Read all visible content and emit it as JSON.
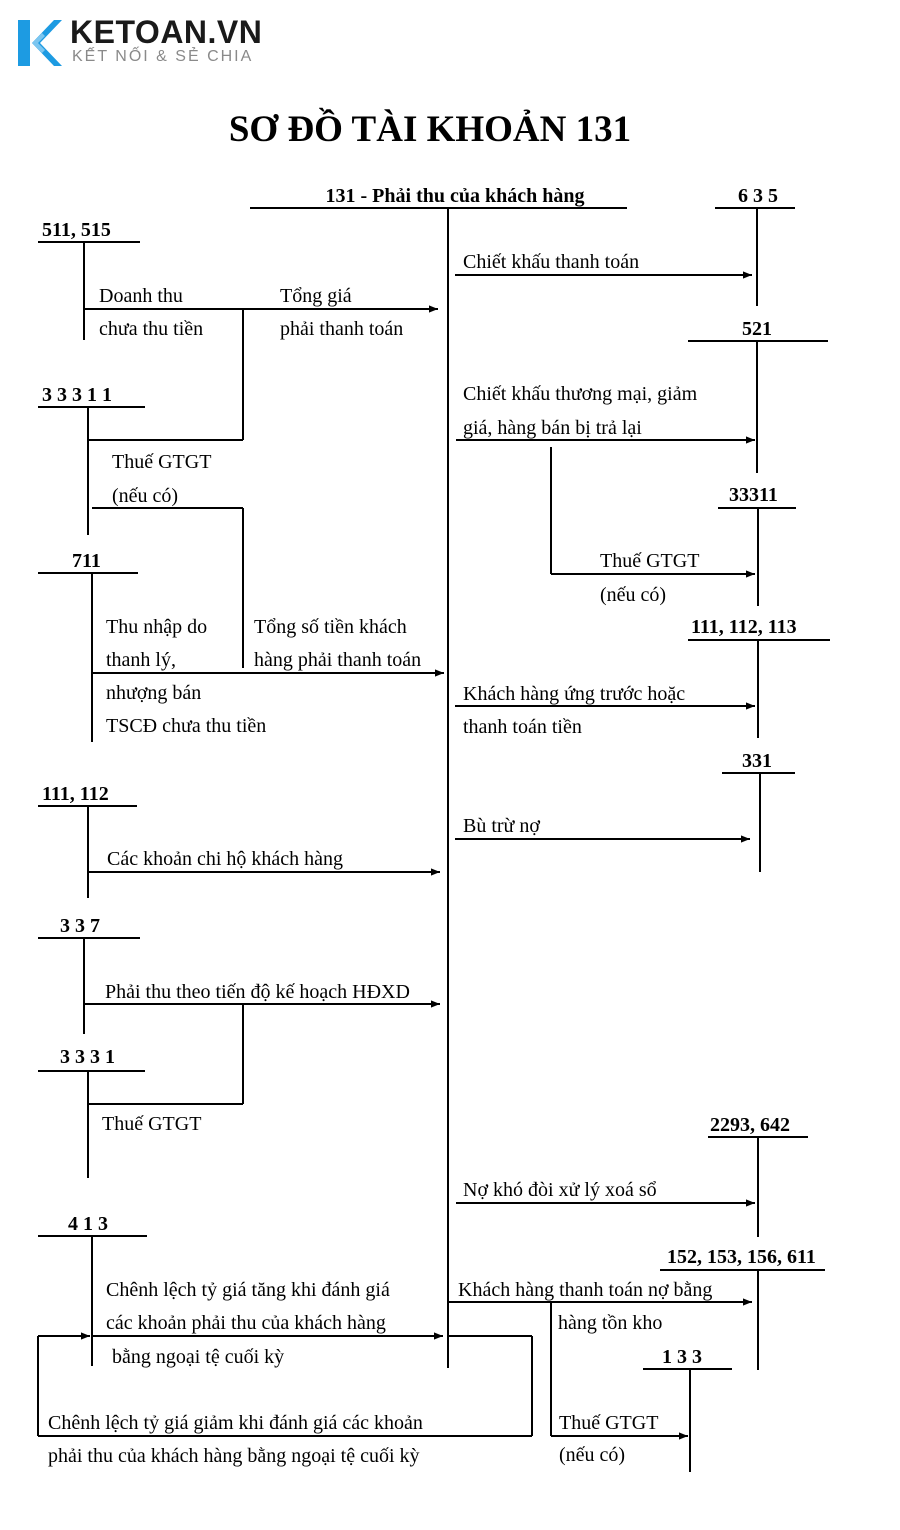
{
  "brand": {
    "name": "KETOAN.VN",
    "tagline": "KẾT NỐI & SẺ CHIA",
    "accent": "#1d9be2"
  },
  "title": "SƠ ĐỒ TÀI KHOẢN 131",
  "central_account": "131 - Phải thu của khách hàng",
  "left_accounts": [
    {
      "code": "511, 515",
      "entry": [
        "Doanh thu",
        "chưa thu tiền"
      ]
    },
    {
      "code": "3 3 3 1 1",
      "entry": [
        "Thuế GTGT",
        "(nếu có)"
      ]
    },
    {
      "code": "711",
      "entry": [
        "Thu nhập do",
        "thanh lý,",
        "nhượng bán",
        "TSCĐ chưa thu tiền"
      ]
    },
    {
      "code": "111, 112",
      "entry": [
        "Các khoản chi hộ khách hàng"
      ]
    },
    {
      "code": "3 3 7",
      "entry": [
        "Phải thu theo tiến độ kế hoạch HĐXD"
      ]
    },
    {
      "code": "3 3 3 1",
      "entry": [
        "Thuế GTGT"
      ]
    },
    {
      "code": "4 1 3",
      "entry": [
        "Chênh lệch tỷ giá tăng khi đánh giá",
        "các khoản phải thu của khách hàng",
        "bằng ngoại tệ cuối kỳ"
      ]
    }
  ],
  "left_totals": [
    [
      "Tổng giá",
      "phải thanh toán"
    ],
    [
      "Tổng số tiền khách",
      "hàng phải thanh toán"
    ]
  ],
  "right_accounts": [
    {
      "code": "6 3 5",
      "entry": [
        "Chiết khấu thanh toán"
      ]
    },
    {
      "code": "521",
      "entry": [
        "Chiết khấu thương mại, giảm",
        "giá, hàng bán bị trả lại"
      ]
    },
    {
      "code": "33311",
      "entry": [
        "Thuế GTGT",
        "(nếu có)"
      ]
    },
    {
      "code": "111, 112, 113",
      "entry": [
        "Khách hàng ứng trước hoặc",
        "thanh toán tiền"
      ]
    },
    {
      "code": "331",
      "entry": [
        "Bù trừ nợ"
      ]
    },
    {
      "code": "2293, 642",
      "entry": [
        "Nợ khó đòi xử lý xoá sổ"
      ]
    },
    {
      "code": "152, 153, 156, 611",
      "entry": [
        "Khách hàng thanh toán nợ bằng",
        "hàng tồn kho"
      ]
    },
    {
      "code": "1 3 3",
      "entry": [
        "Thuế GTGT",
        "(nếu có)"
      ]
    }
  ],
  "bottom_entry": [
    "Chênh lệch tỷ giá giảm khi đánh giá các khoản",
    "phải thu của khách hàng bằng ngoại tệ cuối kỳ"
  ]
}
